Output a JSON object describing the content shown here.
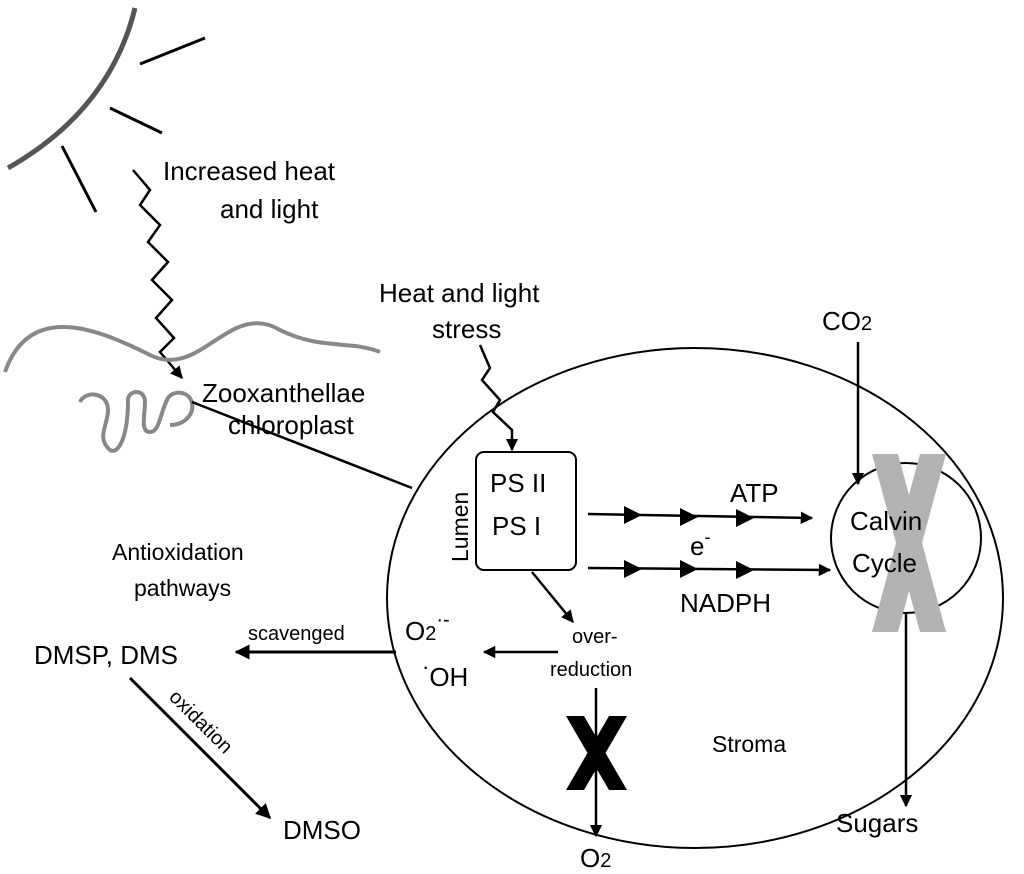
{
  "labels": {
    "increased_line1": "Increased heat",
    "increased_line2": "and light",
    "stress_line1": "Heat and light",
    "stress_line2": "stress",
    "zoox_line1": "Zooxanthellae",
    "zoox_line2": "chloroplast",
    "lumen": "Lumen",
    "ps2": "PS II",
    "ps1": "PS I",
    "atp": "ATP",
    "electron": "e",
    "electron_sup": "-",
    "nadph": "NADPH",
    "co2_base": "CO",
    "co2_sub": "2",
    "calvin_line1": "Calvin",
    "calvin_line2": "Cycle",
    "sugars": "Sugars",
    "antiox_line1": "Antioxidation",
    "antiox_line2": "pathways",
    "scavenged": "scavenged",
    "dmsp": "DMSP, DMS",
    "oxidation": "oxidation",
    "dmso": "DMSO",
    "superoxide_base": "O",
    "superoxide_sub": "2",
    "superoxide_sup": "·-",
    "hydroxyl_dot": "·",
    "hydroxyl": "OH",
    "overred_line1": "over-",
    "overred_line2": "reduction",
    "o2_base": "O",
    "o2_sub": "2",
    "stroma": "Stroma"
  },
  "colors": {
    "line": "#000000",
    "membrane": "#808080",
    "blocked_calvin": "#b3b3b3",
    "blocked_o2": "#000000"
  }
}
